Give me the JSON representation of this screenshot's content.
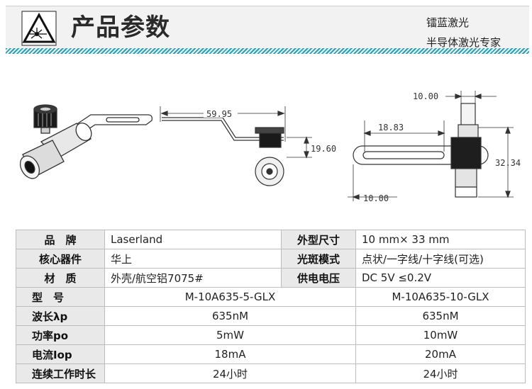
{
  "header": {
    "title": "产品参数",
    "brand": "镭蓝激光",
    "slogan": "半导体激光专家",
    "logo_icon": "laser-warning-icon"
  },
  "dimensions": {
    "side_length": "59.95",
    "side_height": "19.60",
    "front_top_width": "10.00",
    "front_slot": "18.83",
    "front_height": "32.34",
    "front_bottom_width": "10.00"
  },
  "specs": {
    "brand_label": "品　牌",
    "brand_value": "Laserland",
    "size_label": "外型尺寸",
    "size_value": "10 mm× 33 mm",
    "core_label": "核心器件",
    "core_value": "华上",
    "spot_label": "光斑模式",
    "spot_value": "点状/一字线/十字线(可选)",
    "material_label": "材　质",
    "material_value": "外壳/航空铝7075#",
    "power_supply_label": "供电电压",
    "power_supply_value": "DC 5V ≤0.2V",
    "model_label": "型　号",
    "model_values": [
      "M-10A635-5-GLX",
      "M-10A635-10-GLX"
    ],
    "wavelength_label": "波长λp",
    "wavelength_values": [
      "635nM",
      "635nM"
    ],
    "power_label": "功率po",
    "power_values": [
      "5mW",
      "10mW"
    ],
    "current_label": "电流Iop",
    "current_values": [
      "18mA",
      "20mA"
    ],
    "runtime_label": "连续工作时长",
    "runtime_values": [
      "24小时",
      "24小时"
    ]
  }
}
